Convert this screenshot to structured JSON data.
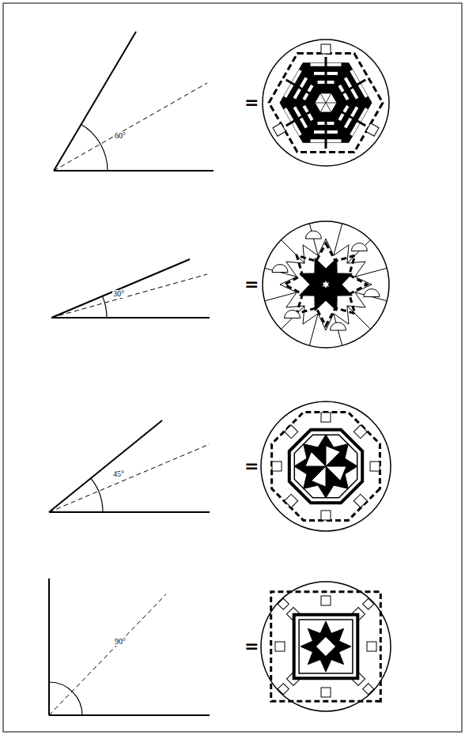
{
  "diagram": {
    "labels": [
      "60°",
      "=",
      "30°",
      "=",
      "45°",
      "=",
      "90°",
      "="
    ]
  }
}
